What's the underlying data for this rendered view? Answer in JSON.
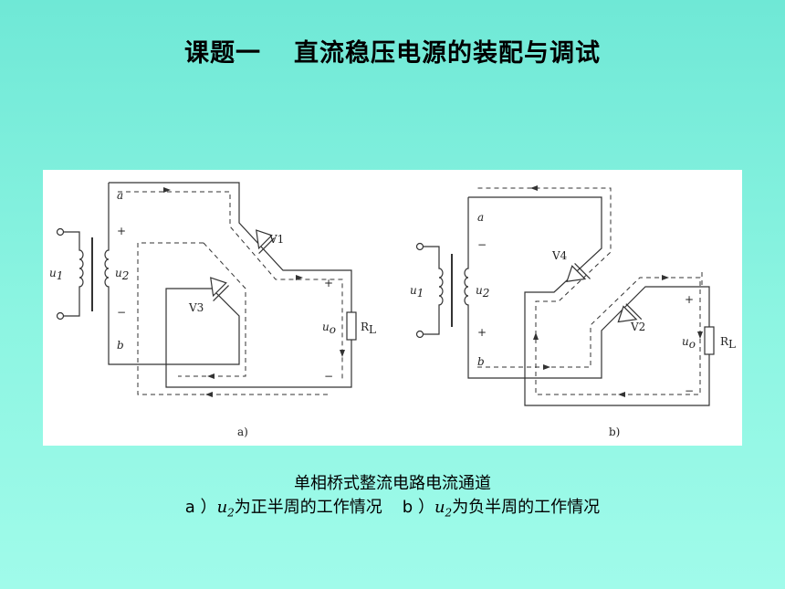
{
  "title": {
    "part1": "课题一",
    "part2": "直流稳压电源的装配与调试"
  },
  "figure_a": {
    "label_a": "a",
    "label_b": "b",
    "plus_top": "+",
    "minus_bottom": "−",
    "u1": "u",
    "u1_sub": "1",
    "u2": "u",
    "u2_sub": "2",
    "diode_top": "V1",
    "diode_bottom": "V3",
    "out_plus": "+",
    "out_minus": "−",
    "uo": "u",
    "uo_sub": "o",
    "rl": "R",
    "rl_sub": "L",
    "caption": "a)"
  },
  "figure_b": {
    "label_a": "a",
    "label_b": "b",
    "minus_top": "−",
    "plus_bottom": "+",
    "u1": "u",
    "u1_sub": "1",
    "u2": "u",
    "u2_sub": "2",
    "diode_top": "V4",
    "diode_bottom": "V2",
    "out_plus": "+",
    "out_minus": "−",
    "uo": "u",
    "uo_sub": "o",
    "rl": "R",
    "rl_sub": "L",
    "caption": "b)"
  },
  "caption": {
    "line1": "单相桥式整流电路电流通道",
    "a_prefix": "a ）",
    "a_var": "u",
    "a_sub": "2",
    "a_text": "为正半周的工作情况",
    "b_prefix": "b ）",
    "b_var": "u",
    "b_sub": "2",
    "b_text": "为负半周的工作情况"
  }
}
